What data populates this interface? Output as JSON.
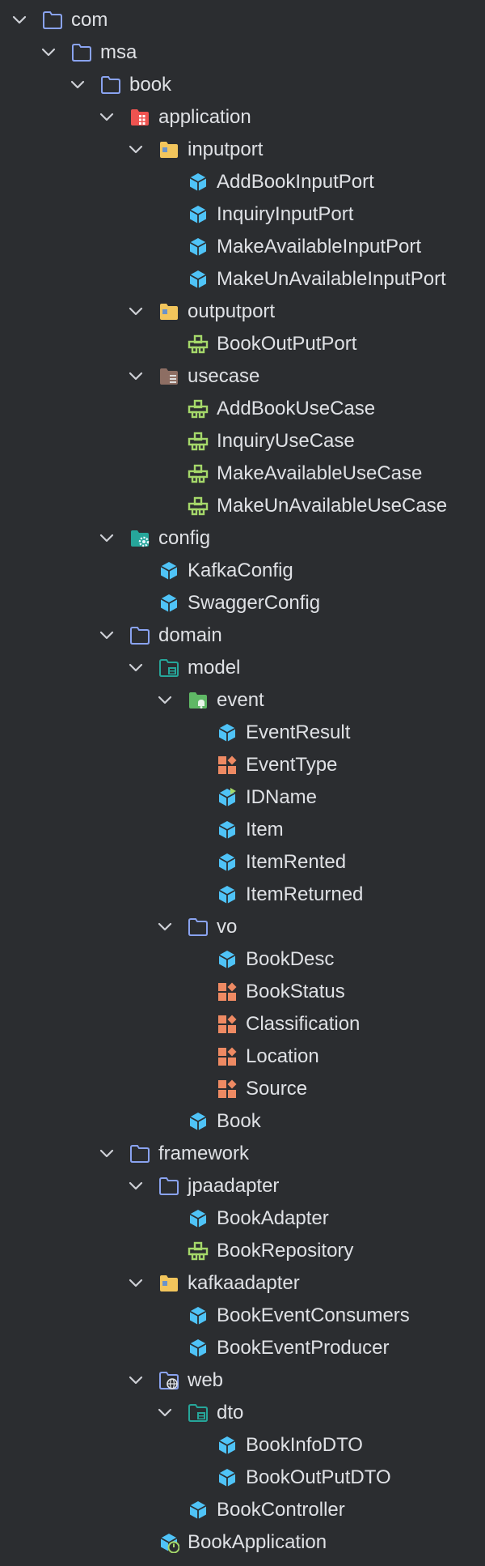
{
  "tree": [
    {
      "label": "com",
      "level": 0,
      "icon": "package-folder-icon",
      "expanded": true
    },
    {
      "label": "msa",
      "level": 1,
      "icon": "package-folder-icon",
      "expanded": true
    },
    {
      "label": "book",
      "level": 2,
      "icon": "package-folder-icon",
      "expanded": true
    },
    {
      "label": "application",
      "level": 3,
      "icon": "application-folder-icon",
      "expanded": true
    },
    {
      "label": "inputport",
      "level": 4,
      "icon": "yellow-folder-icon",
      "expanded": true
    },
    {
      "label": "AddBookInputPort",
      "level": 5,
      "icon": "class-icon"
    },
    {
      "label": "InquiryInputPort",
      "level": 5,
      "icon": "class-icon"
    },
    {
      "label": "MakeAvailableInputPort",
      "level": 5,
      "icon": "class-icon"
    },
    {
      "label": "MakeUnAvailableInputPort",
      "level": 5,
      "icon": "class-icon"
    },
    {
      "label": "outputport",
      "level": 4,
      "icon": "yellow-folder-icon",
      "expanded": true
    },
    {
      "label": "BookOutPutPort",
      "level": 5,
      "icon": "interface-icon"
    },
    {
      "label": "usecase",
      "level": 4,
      "icon": "brown-folder-icon",
      "expanded": true
    },
    {
      "label": "AddBookUseCase",
      "level": 5,
      "icon": "interface-icon"
    },
    {
      "label": "InquiryUseCase",
      "level": 5,
      "icon": "interface-icon"
    },
    {
      "label": "MakeAvailableUseCase",
      "level": 5,
      "icon": "interface-icon"
    },
    {
      "label": "MakeUnAvailableUseCase",
      "level": 5,
      "icon": "interface-icon"
    },
    {
      "label": "config",
      "level": 3,
      "icon": "config-folder-icon",
      "expanded": true
    },
    {
      "label": "KafkaConfig",
      "level": 4,
      "icon": "class-icon"
    },
    {
      "label": "SwaggerConfig",
      "level": 4,
      "icon": "class-icon"
    },
    {
      "label": "domain",
      "level": 3,
      "icon": "package-folder-icon",
      "expanded": true
    },
    {
      "label": "model",
      "level": 4,
      "icon": "model-folder-icon",
      "expanded": true
    },
    {
      "label": "event",
      "level": 5,
      "icon": "event-folder-icon",
      "expanded": true
    },
    {
      "label": "EventResult",
      "level": 6,
      "icon": "class-icon"
    },
    {
      "label": "EventType",
      "level": 6,
      "icon": "enum-icon"
    },
    {
      "label": "IDName",
      "level": 6,
      "icon": "class-modified-icon"
    },
    {
      "label": "Item",
      "level": 6,
      "icon": "class-icon"
    },
    {
      "label": "ItemRented",
      "level": 6,
      "icon": "class-icon"
    },
    {
      "label": "ItemReturned",
      "level": 6,
      "icon": "class-icon"
    },
    {
      "label": "vo",
      "level": 5,
      "icon": "package-folder-icon",
      "expanded": true
    },
    {
      "label": "BookDesc",
      "level": 6,
      "icon": "class-icon"
    },
    {
      "label": "BookStatus",
      "level": 6,
      "icon": "enum-icon"
    },
    {
      "label": "Classification",
      "level": 6,
      "icon": "enum-icon"
    },
    {
      "label": "Location",
      "level": 6,
      "icon": "enum-icon"
    },
    {
      "label": "Source",
      "level": 6,
      "icon": "enum-icon"
    },
    {
      "label": "Book",
      "level": 5,
      "icon": "class-icon"
    },
    {
      "label": "framework",
      "level": 3,
      "icon": "package-folder-icon",
      "expanded": true
    },
    {
      "label": "jpaadapter",
      "level": 4,
      "icon": "package-folder-icon",
      "expanded": true
    },
    {
      "label": "BookAdapter",
      "level": 5,
      "icon": "class-icon"
    },
    {
      "label": "BookRepository",
      "level": 5,
      "icon": "interface-icon"
    },
    {
      "label": "kafkaadapter",
      "level": 4,
      "icon": "yellow-folder-icon",
      "expanded": true
    },
    {
      "label": "BookEventConsumers",
      "level": 5,
      "icon": "class-icon"
    },
    {
      "label": "BookEventProducer",
      "level": 5,
      "icon": "class-icon"
    },
    {
      "label": "web",
      "level": 4,
      "icon": "web-folder-icon",
      "expanded": true
    },
    {
      "label": "dto",
      "level": 5,
      "icon": "model-folder-icon",
      "expanded": true
    },
    {
      "label": "BookInfoDTO",
      "level": 6,
      "icon": "class-icon"
    },
    {
      "label": "BookOutPutDTO",
      "level": 6,
      "icon": "class-icon"
    },
    {
      "label": "BookController",
      "level": 5,
      "icon": "class-icon"
    },
    {
      "label": "BookApplication",
      "level": 4,
      "icon": "spring-boot-app-icon"
    }
  ],
  "colors": {
    "background": "#2b2d30",
    "text": "#dfe1e5",
    "chevron": "#ced0d6",
    "folder_blue": "#8aa3f0",
    "folder_yellow": "#f2c55c",
    "folder_red": "#ef5350",
    "folder_brown": "#8d6e63",
    "folder_teal": "#26a69a",
    "folder_green": "#5fb865",
    "class_blue": "#4fc3f7",
    "interface_green": "#a5d86a",
    "enum_orange": "#ee8a63"
  }
}
